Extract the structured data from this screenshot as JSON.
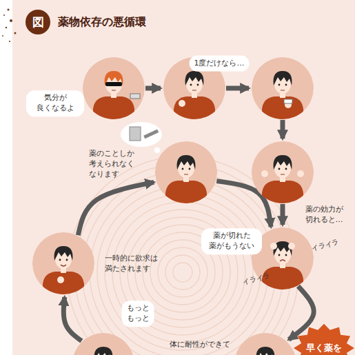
{
  "diagram": {
    "title": "薬物依存の悪循環",
    "nodes": [
      {
        "text": [
          "気分が 良くなるよ"
        ]
      },
      {
        "text": [
          "1度だけなら…"
        ]
      },
      {
        "text": []
      },
      {
        "text": []
      },
      {
        "text": [
          "薬が切れた 薬がもうない"
        ]
      },
      {
        "text": []
      },
      {
        "text": [
          "もっと もっと",
          "体に耐性ができて"
        ]
      },
      {
        "text": [
          "一時的に欲求は 満たされます"
        ]
      },
      {
        "text": [
          "薬のことしか 考えられなく なります"
        ]
      }
    ],
    "edges": [
      {
        "from": 0,
        "to": 1,
        "arrow": "to"
      },
      {
        "from": 1,
        "to": 2,
        "arrow": "to"
      },
      {
        "from": 2,
        "to": 3,
        "arrow": "to"
      },
      {
        "from": 3,
        "to": 4,
        "arrow": "to",
        "label": "薬の効力が 切れると…"
      },
      {
        "from": 4,
        "to": 5,
        "arrow": "to"
      },
      {
        "from": 5,
        "to": 6,
        "arrow": "to"
      },
      {
        "from": 6,
        "to": 7,
        "arrow": "to"
      },
      {
        "from": 7,
        "to": 8,
        "arrow": "to"
      },
      {
        "from": 8,
        "to": 4,
        "arrow": "to"
      }
    ],
    "labels": [
      "図",
      "イライラ",
      "イライラ",
      "早く薬を"
    ]
  }
}
